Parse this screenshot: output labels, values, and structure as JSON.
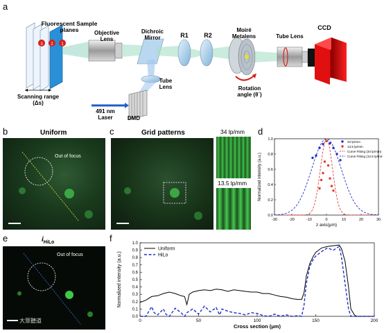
{
  "panels": {
    "a": "a",
    "b": "b",
    "c": "c",
    "d": "d",
    "e": "e",
    "f": "f"
  },
  "schematic": {
    "fluorescent_sample_planes": "Fluorescent Sample planes",
    "plane_numbers": [
      "3",
      "2",
      "1"
    ],
    "scanning_range": "Scanning range",
    "delta_s": "(Δs)",
    "objective_lens": "Objective Lens",
    "dichroic_mirror": "Dichroic Mirror",
    "r1": "R1",
    "r2": "R2",
    "moire_metalens": "Moiré Metalens",
    "tube_lens_top": "Tube Lens",
    "ccd": "CCD",
    "tube_lens_mid": "Tube Lens",
    "dmd": "DMD",
    "laser": "491 nm Laser",
    "rotation_angle": "Rotation angle (θ´)"
  },
  "images": {
    "uniform_title": "Uniform",
    "grid_title": "Grid patterns",
    "hilo_title_main": "i",
    "hilo_title_sub": "HiLo",
    "out_of_focus_b": "Out of focus",
    "out_of_focus_e": "Out of focus",
    "freq_high": "34 lp/mm",
    "freq_low": "13.5 lp/mm",
    "watermark": "大眾聽道"
  },
  "colors": {
    "uniform_line": "#000000",
    "hilo_line": "#1f2ec9",
    "s34": "#1f2ec9",
    "s135": "#e23a2e",
    "fit34": "#e23a2e",
    "fit135": "#1f2ec9",
    "micro_bg": "#0c160d",
    "spot": "#3fc84a"
  },
  "chart_data": [
    {
      "type": "scatter",
      "panel": "d",
      "ylabel": "Normalized intensity (a.u.)",
      "xlabel": "z axis(μm)",
      "xlim": [
        -30,
        30
      ],
      "ylim": [
        0,
        1.0
      ],
      "xticks": [
        -30,
        -20,
        -10,
        0,
        10,
        20,
        30
      ],
      "yticks": [
        0.0,
        0.2,
        0.4,
        0.6,
        0.8,
        1.0
      ],
      "ytick_labels": [
        "0.0",
        "0.2",
        "0.4",
        "0.6",
        "0.8",
        "1.0"
      ],
      "legend": [
        "34 lp/mm",
        "13.5 lp/mm",
        "Curve Fitting (34 lp/mm)",
        "Curve Fitting (13.5 lp/mm)"
      ],
      "series": [
        {
          "name": "34 lp/mm",
          "kind": "points",
          "x": [
            -8,
            -6,
            -4,
            -2,
            0,
            2,
            4,
            6,
            8
          ],
          "y": [
            0.75,
            0.78,
            0.88,
            0.93,
            0.97,
            0.94,
            0.88,
            0.8,
            0.72
          ]
        },
        {
          "name": "13.5 lp/mm",
          "kind": "points",
          "x": [
            -4,
            -3,
            -2,
            -1,
            0,
            1,
            2,
            3,
            4
          ],
          "y": [
            0.35,
            0.46,
            0.55,
            0.7,
            0.97,
            0.65,
            0.48,
            0.38,
            0.32
          ]
        },
        {
          "name": "Curve Fitting (34 lp/mm)",
          "kind": "gauss",
          "center": 0,
          "sigma": 3.5,
          "amp": 1.0
        },
        {
          "name": "Curve Fitting (13.5 lp/mm)",
          "kind": "gauss",
          "center": 0,
          "sigma": 8.5,
          "amp": 1.0
        }
      ]
    },
    {
      "type": "line",
      "panel": "f",
      "ylabel": "Normalized intensity (a.u.)",
      "xlabel": "Cross section (μm)",
      "xlim": [
        0,
        200
      ],
      "ylim": [
        0,
        1.0
      ],
      "xticks": [
        0,
        50,
        100,
        150,
        200
      ],
      "yticks": [
        0.0,
        0.1,
        0.2,
        0.3,
        0.4,
        0.5,
        0.6,
        0.7,
        0.8,
        0.9,
        1.0
      ],
      "ytick_labels": [
        "0.0",
        "0.1",
        "0.2",
        "0.3",
        "0.4",
        "0.5",
        "0.6",
        "0.7",
        "0.8",
        "0.9",
        "1.0"
      ],
      "legend": [
        "Uniform",
        "HiLo"
      ],
      "series": [
        {
          "name": "Uniform",
          "x": [
            0,
            5,
            10,
            15,
            20,
            25,
            30,
            35,
            38,
            40,
            42,
            45,
            50,
            55,
            60,
            65,
            70,
            75,
            80,
            85,
            90,
            95,
            100,
            105,
            110,
            115,
            120,
            125,
            130,
            135,
            138,
            140,
            142,
            145,
            148,
            150,
            155,
            160,
            165,
            170,
            172,
            175,
            178,
            180,
            183,
            185,
            190,
            195,
            200
          ],
          "y": [
            0.19,
            0.22,
            0.27,
            0.28,
            0.31,
            0.33,
            0.31,
            0.28,
            0.27,
            0.16,
            0.3,
            0.33,
            0.35,
            0.36,
            0.35,
            0.37,
            0.36,
            0.34,
            0.36,
            0.35,
            0.34,
            0.33,
            0.33,
            0.31,
            0.31,
            0.29,
            0.27,
            0.26,
            0.24,
            0.23,
            0.23,
            0.32,
            0.55,
            0.72,
            0.82,
            0.87,
            0.93,
            0.95,
            0.96,
            0.97,
            0.92,
            0.75,
            0.4,
            0.1,
            0.02,
            0.0,
            0.0,
            0.0,
            0.0
          ]
        },
        {
          "name": "HiLo",
          "x": [
            0,
            5,
            8,
            10,
            12,
            15,
            20,
            22,
            25,
            30,
            35,
            38,
            40,
            45,
            50,
            55,
            60,
            65,
            68,
            70,
            75,
            80,
            85,
            90,
            95,
            100,
            105,
            110,
            115,
            120,
            125,
            130,
            135,
            138,
            140,
            142,
            145,
            148,
            150,
            155,
            160,
            165,
            170,
            172,
            175,
            178,
            180,
            185,
            190,
            195,
            200
          ],
          "y": [
            0.0,
            0.0,
            0.08,
            0.13,
            0.05,
            0.02,
            0.1,
            0.03,
            0.0,
            0.11,
            0.05,
            0.0,
            0.05,
            0.1,
            0.03,
            0.14,
            0.06,
            0.12,
            0.02,
            0.1,
            0.07,
            0.05,
            0.04,
            0.02,
            0.05,
            0.04,
            0.01,
            0.0,
            0.03,
            0.0,
            0.02,
            0.0,
            0.01,
            0.0,
            0.15,
            0.45,
            0.68,
            0.78,
            0.82,
            0.88,
            0.93,
            0.9,
            0.95,
            0.8,
            0.45,
            0.1,
            0.0,
            0.0,
            0.0,
            0.0,
            0.0
          ]
        }
      ]
    }
  ]
}
